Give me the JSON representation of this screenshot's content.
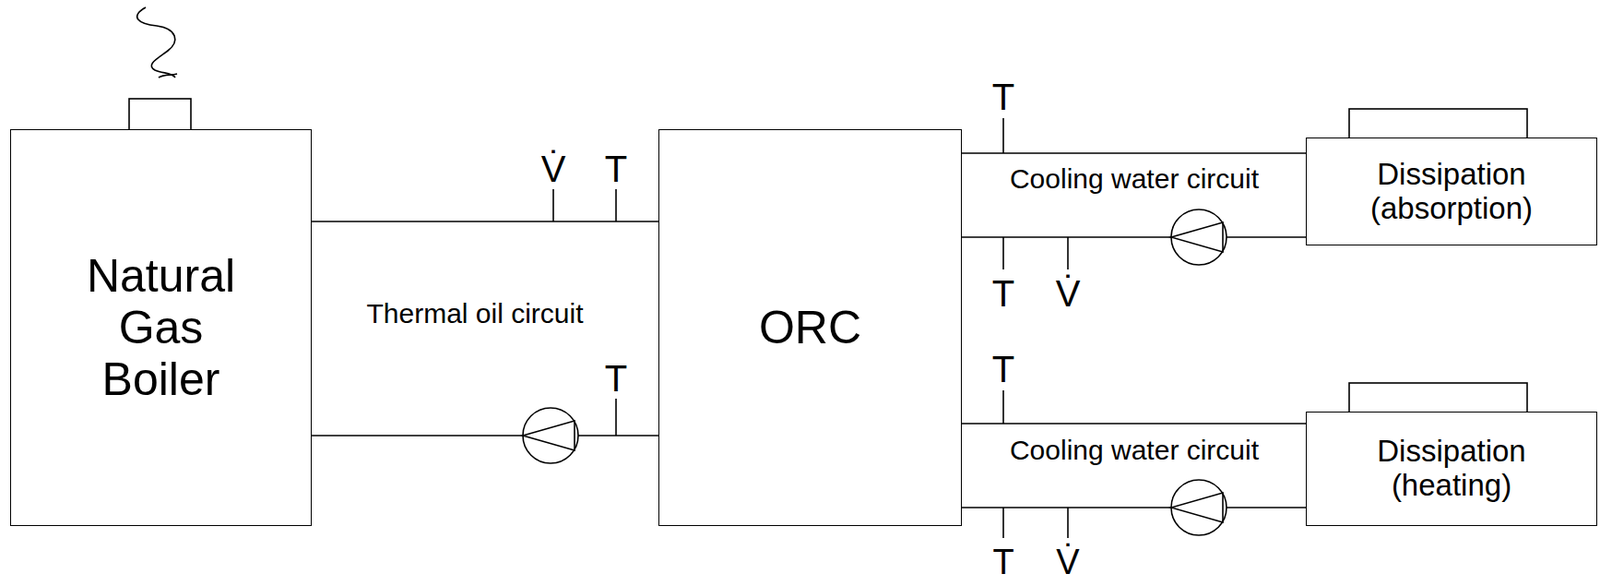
{
  "diagram": {
    "nodes": [
      {
        "text": [
          "Natural Gas Boiler"
        ]
      },
      {
        "text": [
          "ORC"
        ]
      },
      {
        "text": [
          "Dissipation (absorption)"
        ]
      },
      {
        "text": [
          "Dissipation (heating)"
        ]
      }
    ],
    "edges": [
      {
        "from": 0,
        "to": 1,
        "arrow": "none"
      },
      {
        "from": 0,
        "to": 1,
        "arrow": "none"
      },
      {
        "from": 1,
        "to": 2,
        "arrow": "none"
      },
      {
        "from": 1,
        "to": 2,
        "arrow": "none"
      },
      {
        "from": 1,
        "to": 3,
        "arrow": "none"
      },
      {
        "from": 1,
        "to": 3,
        "arrow": "none"
      }
    ],
    "labels": [
      "V̇",
      "T",
      "Thermal oil circuit",
      "T",
      "T",
      "Cooling water circuit",
      "T",
      "V̇",
      "T",
      "Cooling water circuit",
      "T",
      "V̇"
    ]
  }
}
